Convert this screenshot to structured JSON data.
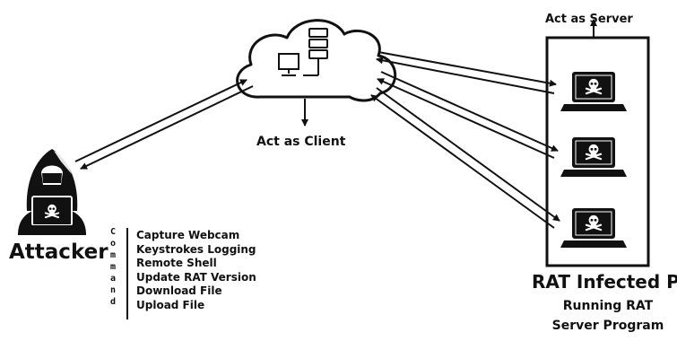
{
  "top_text": "",
  "labels": {
    "server": "Act as Server",
    "client": "Act as Client",
    "attacker": "Attacker",
    "rat_title": "RAT Infected PC",
    "rat_subtitle": "Running RAT Server Program"
  },
  "command": {
    "word_letters": [
      "C",
      "o",
      "m",
      "m",
      "a",
      "n",
      "d"
    ],
    "items": [
      "Capture Webcam",
      "Keystrokes Logging",
      "Remote Shell",
      "Update RAT Version",
      "Download File",
      "Upload File"
    ]
  },
  "icons": [
    "cloud-icon",
    "server-icon",
    "laptop-icon",
    "hacker-icon",
    "skull-icon"
  ],
  "colors": {
    "ink": "#111111",
    "background": "#ffffff"
  }
}
